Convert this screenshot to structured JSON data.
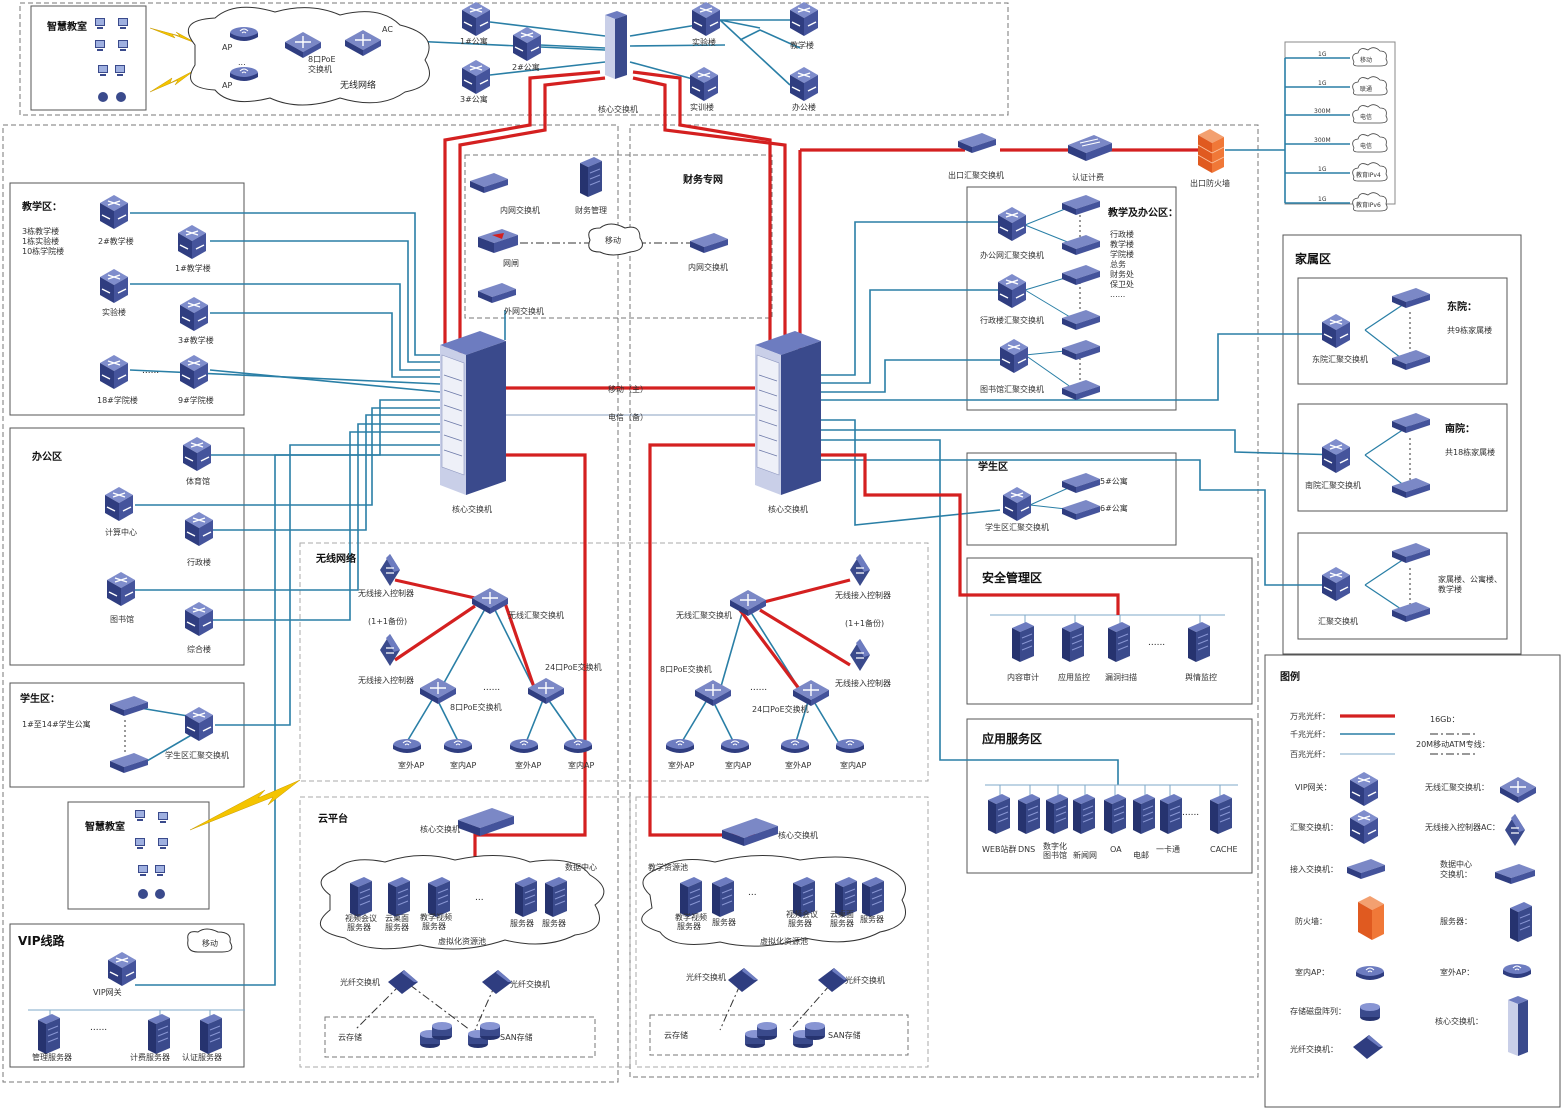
{
  "top": {
    "smart_classroom": "智慧教室",
    "ap": "AP",
    "poe_switch_line1": "8口PoE",
    "poe_switch_line2": "交换机",
    "ac": "AC",
    "wireless_net": "无线网络",
    "dorm1": "1#公寓",
    "dorm2": "2#公寓",
    "dorm3": "3#公寓",
    "lab": "实验楼",
    "training": "实训楼",
    "teaching": "教学楼",
    "office": "办公楼",
    "core": "核心交换机",
    "dots": "..."
  },
  "finance": {
    "title": "财务专网",
    "inner_switch": "内网交换机",
    "finance_mgmt": "财务管理",
    "gateway": "网闸",
    "mobile": "移动",
    "inner_switch2": "内网交换机",
    "outer_switch": "外网交换机"
  },
  "exit": {
    "agg": "出口汇聚交换机",
    "auth": "认证计费",
    "firewall": "出口防火墙",
    "isp": [
      "移动",
      "联通",
      "电信",
      "电信",
      "教育IPv4",
      "教育IPv6"
    ],
    "bw": [
      "1G",
      "1G",
      "300M",
      "300M",
      "1G",
      "1G"
    ]
  },
  "teach_zone": {
    "title": "教学区：",
    "desc": [
      "3栋教学楼",
      "1栋实验楼",
      "10栋学院楼"
    ],
    "b2": "2#教学楼",
    "b1": "1#教学楼",
    "lab": "实验楼",
    "b3": "3#教学楼",
    "b18": "18#学院楼",
    "b9": "9#学院楼",
    "dots": "......"
  },
  "office_zone": {
    "title": "办公区",
    "gym": "体育馆",
    "computing": "计算中心",
    "admin": "行政楼",
    "library": "图书馆",
    "complex": "综合楼"
  },
  "student_zone_left": {
    "title": "学生区：",
    "desc": "1#至14#学生公寓",
    "agg": "学生区汇聚交换机"
  },
  "smart_classroom2": "智慧教室",
  "vip": {
    "title": "VIP线路",
    "gateway": "VIP网关",
    "mobile": "移动",
    "mgmt": "管理服务器",
    "billing": "计费服务器",
    "auth": "认证服务器",
    "dots": "......"
  },
  "core_left": "核心交换机",
  "core_right": "核心交换机",
  "link_main": "移动（主）",
  "link_backup": "电信（备）",
  "wireless_left": {
    "title": "无线网络",
    "controller1": "无线接入控制器",
    "backup": "(1+1备份)",
    "controller2": "无线接入控制器",
    "agg": "无线汇聚交换机",
    "poe24": "24口PoE交换机",
    "poe8": "8口PoE交换机",
    "ap_out": "室外AP",
    "ap_in": "室内AP",
    "dots": "......"
  },
  "wireless_right": {
    "agg": "无线汇聚交换机",
    "controller1": "无线接入控制器",
    "backup": "(1+1备份)",
    "controller2": "无线接入控制器",
    "poe8": "8口PoE交换机",
    "poe24": "24口PoE交换机",
    "ap_out": "室外AP",
    "ap_in": "室内AP",
    "dots": "......"
  },
  "cloud_left": {
    "title": "云平台",
    "core": "核心交换机",
    "dc": "数据中心",
    "video": [
      "视频会议",
      "服务器"
    ],
    "desktop": [
      "云桌面",
      "服务器"
    ],
    "teach_video": [
      "教学视频",
      "服务器"
    ],
    "server": "服务器",
    "pool": "虚拟化资源池",
    "fiber": "光纤交换机",
    "storage": "云存储",
    "san": "SAN存储",
    "dots": "..."
  },
  "cloud_right": {
    "core": "核心交换机",
    "pool_title": "教学资源池",
    "teach_video": [
      "教学视频",
      "服务器"
    ],
    "server": "服务器",
    "video": [
      "视频会议",
      "服务器"
    ],
    "desktop": [
      "云桌面",
      "服务器"
    ],
    "pool": "虚拟化资源池",
    "fiber": "光纤交换机",
    "storage": "云存储",
    "san": "SAN存储",
    "dots": "..."
  },
  "teach_office": {
    "title": "教学及办公区：",
    "list": [
      "行政楼",
      "教学楼",
      "学院楼",
      "总务",
      "财务处",
      "保卫处",
      "......"
    ],
    "office_agg": "办公网汇聚交换机",
    "admin_agg": "行政楼汇聚交换机",
    "lib_agg": "图书馆汇聚交换机"
  },
  "student_right": {
    "title": "学生区",
    "d5": "5#公寓",
    "d6": "6#公寓",
    "agg": "学生区汇聚交换机"
  },
  "security": {
    "title": "安全管理区",
    "items": [
      "内容审计",
      "应用监控",
      "漏洞扫描",
      "舆情监控"
    ],
    "dots": "......"
  },
  "app_service": {
    "title": "应用服务区",
    "items": [
      "WEB站群",
      "DNS",
      "数字化图书馆",
      "新闻网",
      "OA",
      "电邮",
      "一卡通",
      "CACHE"
    ],
    "lib_line1": "数字化",
    "lib_line2": "图书馆",
    "dots": "......"
  },
  "family": {
    "title": "家属区",
    "east": "东院：",
    "east_desc": "共9栋家属楼",
    "east_agg": "东院汇聚交换机",
    "south": "南院：",
    "south_desc": "共18栋家属楼",
    "south_agg": "南院汇聚交换机",
    "other_desc1": "家属楼、公寓楼、",
    "other_desc2": "教学楼",
    "other_agg": "汇聚交换机"
  },
  "legend": {
    "title": "图例",
    "l10g": "万兆光纤：",
    "l1g": "千兆光纤：",
    "l100m": "百兆光纤：",
    "l16g": "16Gb：",
    "l20m": "20M移动ATM专线：",
    "vip": "VIP网关：",
    "agg": "汇聚交换机：",
    "access": "接入交换机：",
    "firewall": "防火墙：",
    "ap_in": "室内AP：",
    "storage": "存储磁盘阵列：",
    "fiber": "光纤交换机：",
    "wl_agg": "无线汇聚交换机：",
    "wl_ac": "无线接入控制器AC：",
    "dc_line1": "数据中心",
    "dc_line2": "交换机：",
    "server": "服务器：",
    "ap_out": "室外AP：",
    "core": "核心交换机："
  },
  "colors": {
    "red_link": "#d42020",
    "blue_link": "#2a7fa6",
    "device": "#3a4a8c",
    "device_top": "#6d7cc0"
  }
}
